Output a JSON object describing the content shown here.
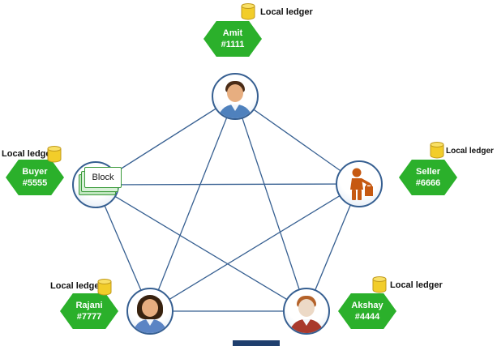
{
  "diagram": {
    "ledger_label": "Local ledger",
    "block_label": "Block",
    "nodes": [
      {
        "name": "Amit",
        "id_number": "#1111"
      },
      {
        "name": "Buyer",
        "id_number": "#5555"
      },
      {
        "name": "Seller",
        "id_number": "#6666"
      },
      {
        "name": "Rajani",
        "id_number": "#7777"
      },
      {
        "name": "Akshay",
        "id_number": "#4444"
      }
    ],
    "colors": {
      "hexagon_green": "#2bb02b",
      "connection_blue": "#365f91",
      "node_border_blue": "#365f91",
      "ledger_cylinder_gold": "#f2cd2a",
      "shopper_orange": "#c65911"
    }
  }
}
